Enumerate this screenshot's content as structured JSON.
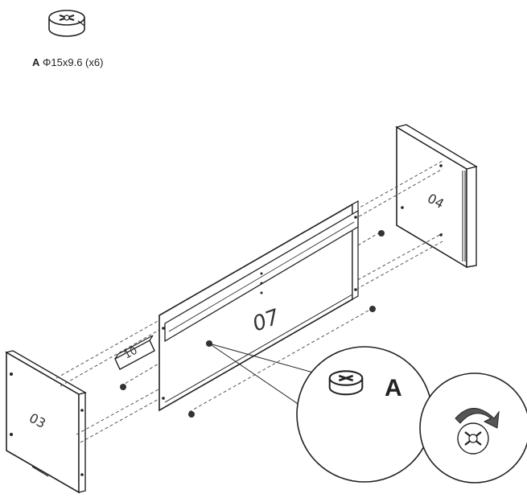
{
  "part": {
    "letter": "A",
    "spec": "Φ15x9.6 (x6)"
  },
  "panels": {
    "left_end": "03",
    "right_end": "04",
    "back": "07",
    "rail": "10"
  },
  "callout": {
    "letter": "A"
  }
}
